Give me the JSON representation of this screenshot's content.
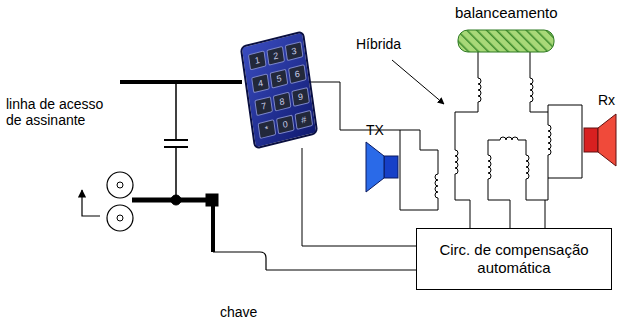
{
  "diagram": {
    "nodes": [
      {
        "text": [
          "balanceamento"
        ]
      },
      {
        "text": [
          "Circ. de compensação automática"
        ]
      }
    ],
    "labels": [
      "Híbrida",
      "linha de acesso de assinante",
      "chave",
      "TX",
      "Rx",
      "1",
      "2",
      "3",
      "4",
      "5",
      "6",
      "7",
      "8",
      "9",
      "*",
      "0",
      "#"
    ]
  }
}
